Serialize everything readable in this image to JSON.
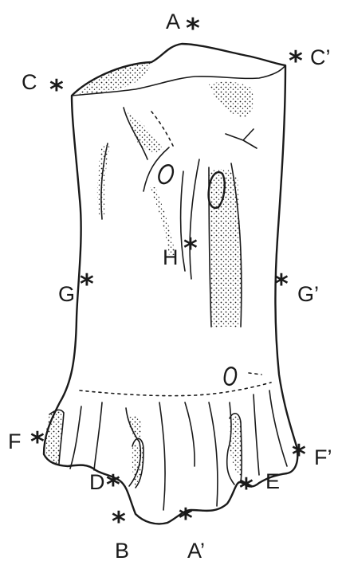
{
  "landmarks": [
    {
      "id": "A",
      "text": "A"
    },
    {
      "id": "C",
      "text": "C"
    },
    {
      "id": "Cp",
      "text": "C’"
    },
    {
      "id": "H",
      "text": "H"
    },
    {
      "id": "G",
      "text": "G"
    },
    {
      "id": "Gp",
      "text": "G’"
    },
    {
      "id": "F",
      "text": "F"
    },
    {
      "id": "Fp",
      "text": "F’"
    },
    {
      "id": "D",
      "text": "D"
    },
    {
      "id": "E",
      "text": "E"
    },
    {
      "id": "B",
      "text": "B"
    },
    {
      "id": "Ap",
      "text": "A’"
    }
  ],
  "star_symbol": "*"
}
